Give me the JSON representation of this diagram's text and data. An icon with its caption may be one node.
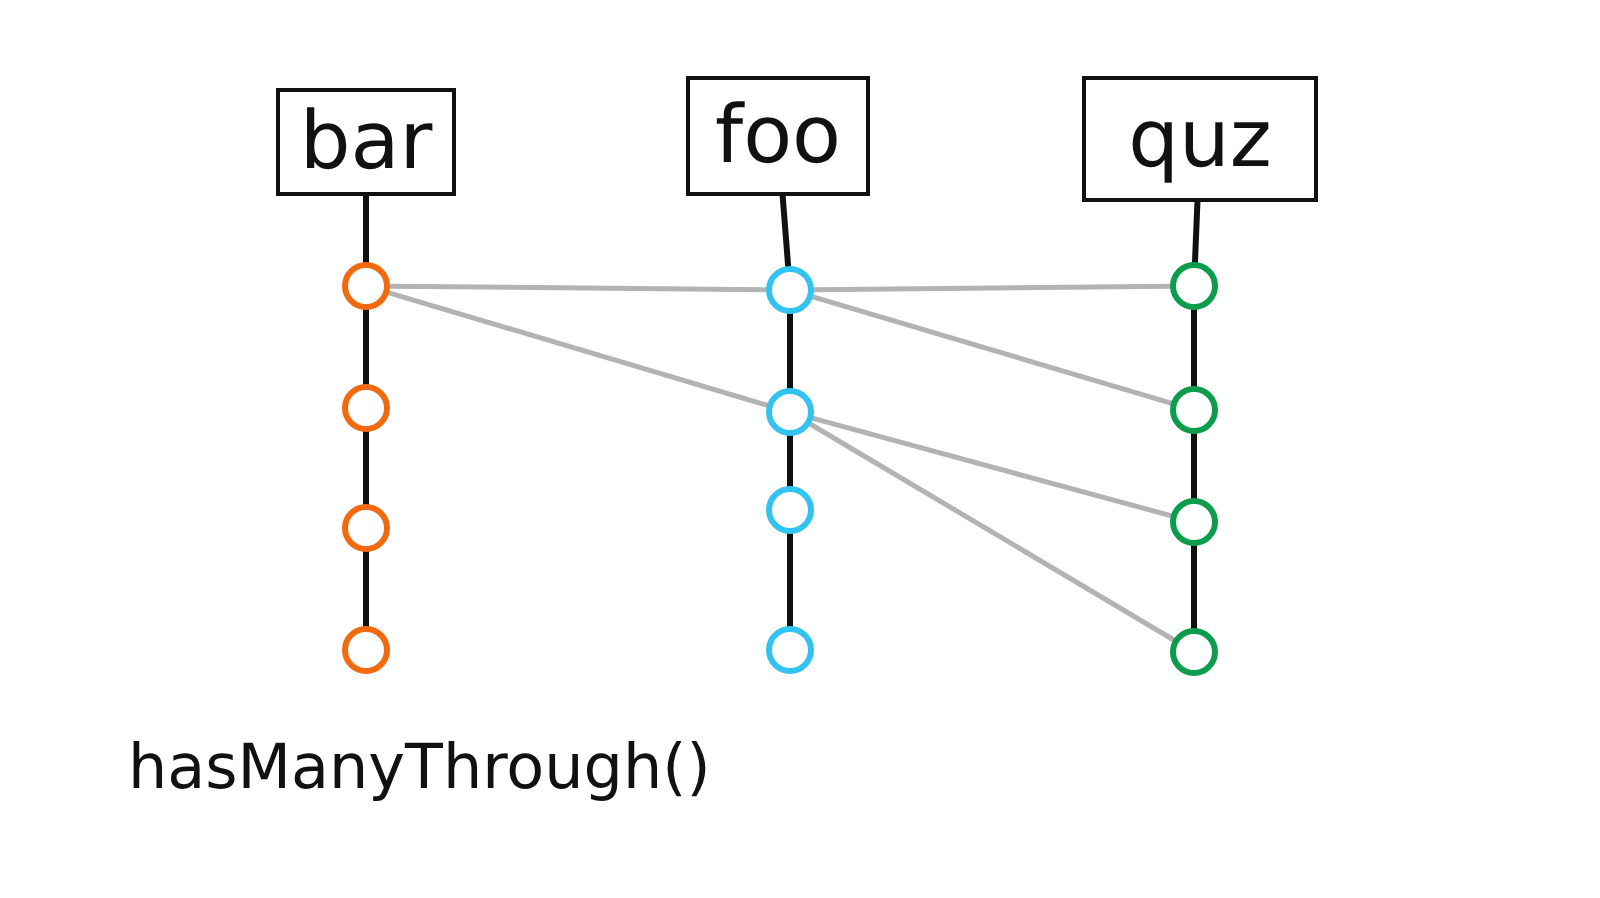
{
  "diagram": {
    "nodes": [
      {
        "text": [
          "bar"
        ]
      },
      {
        "text": [
          "foo"
        ]
      },
      {
        "text": [
          "quz"
        ]
      },
      {
        "text": [],
        "shape": "circle"
      },
      {
        "text": [],
        "shape": "circle"
      },
      {
        "text": [],
        "shape": "circle"
      },
      {
        "text": [],
        "shape": "circle"
      },
      {
        "text": [],
        "shape": "circle"
      },
      {
        "text": [],
        "shape": "circle"
      },
      {
        "text": [],
        "shape": "circle"
      },
      {
        "text": [],
        "shape": "circle"
      },
      {
        "text": [],
        "shape": "circle"
      },
      {
        "text": [],
        "shape": "circle"
      },
      {
        "text": [],
        "shape": "circle"
      },
      {
        "text": [],
        "shape": "circle"
      }
    ],
    "edges": [
      {
        "from": 0,
        "to": 3,
        "arrow": "none"
      },
      {
        "from": 3,
        "to": 4,
        "arrow": "none"
      },
      {
        "from": 4,
        "to": 5,
        "arrow": "none"
      },
      {
        "from": 5,
        "to": 6,
        "arrow": "none"
      },
      {
        "from": 1,
        "to": 7,
        "arrow": "none"
      },
      {
        "from": 7,
        "to": 8,
        "arrow": "none"
      },
      {
        "from": 8,
        "to": 9,
        "arrow": "none"
      },
      {
        "from": 9,
        "to": 10,
        "arrow": "none"
      },
      {
        "from": 2,
        "to": 11,
        "arrow": "none"
      },
      {
        "from": 11,
        "to": 12,
        "arrow": "none"
      },
      {
        "from": 12,
        "to": 13,
        "arrow": "none"
      },
      {
        "from": 13,
        "to": 14,
        "arrow": "none"
      },
      {
        "from": 3,
        "to": 7,
        "arrow": "none",
        "color": "#b3b3b3"
      },
      {
        "from": 3,
        "to": 8,
        "arrow": "none",
        "color": "#b3b3b3"
      },
      {
        "from": 7,
        "to": 11,
        "arrow": "none",
        "color": "#b3b3b3"
      },
      {
        "from": 7,
        "to": 12,
        "arrow": "none",
        "color": "#b3b3b3"
      },
      {
        "from": 8,
        "to": 13,
        "arrow": "none",
        "color": "#b3b3b3"
      },
      {
        "from": 8,
        "to": 14,
        "arrow": "none",
        "color": "#b3b3b3"
      }
    ],
    "labels": [
      "hasManyThrough()"
    ]
  }
}
